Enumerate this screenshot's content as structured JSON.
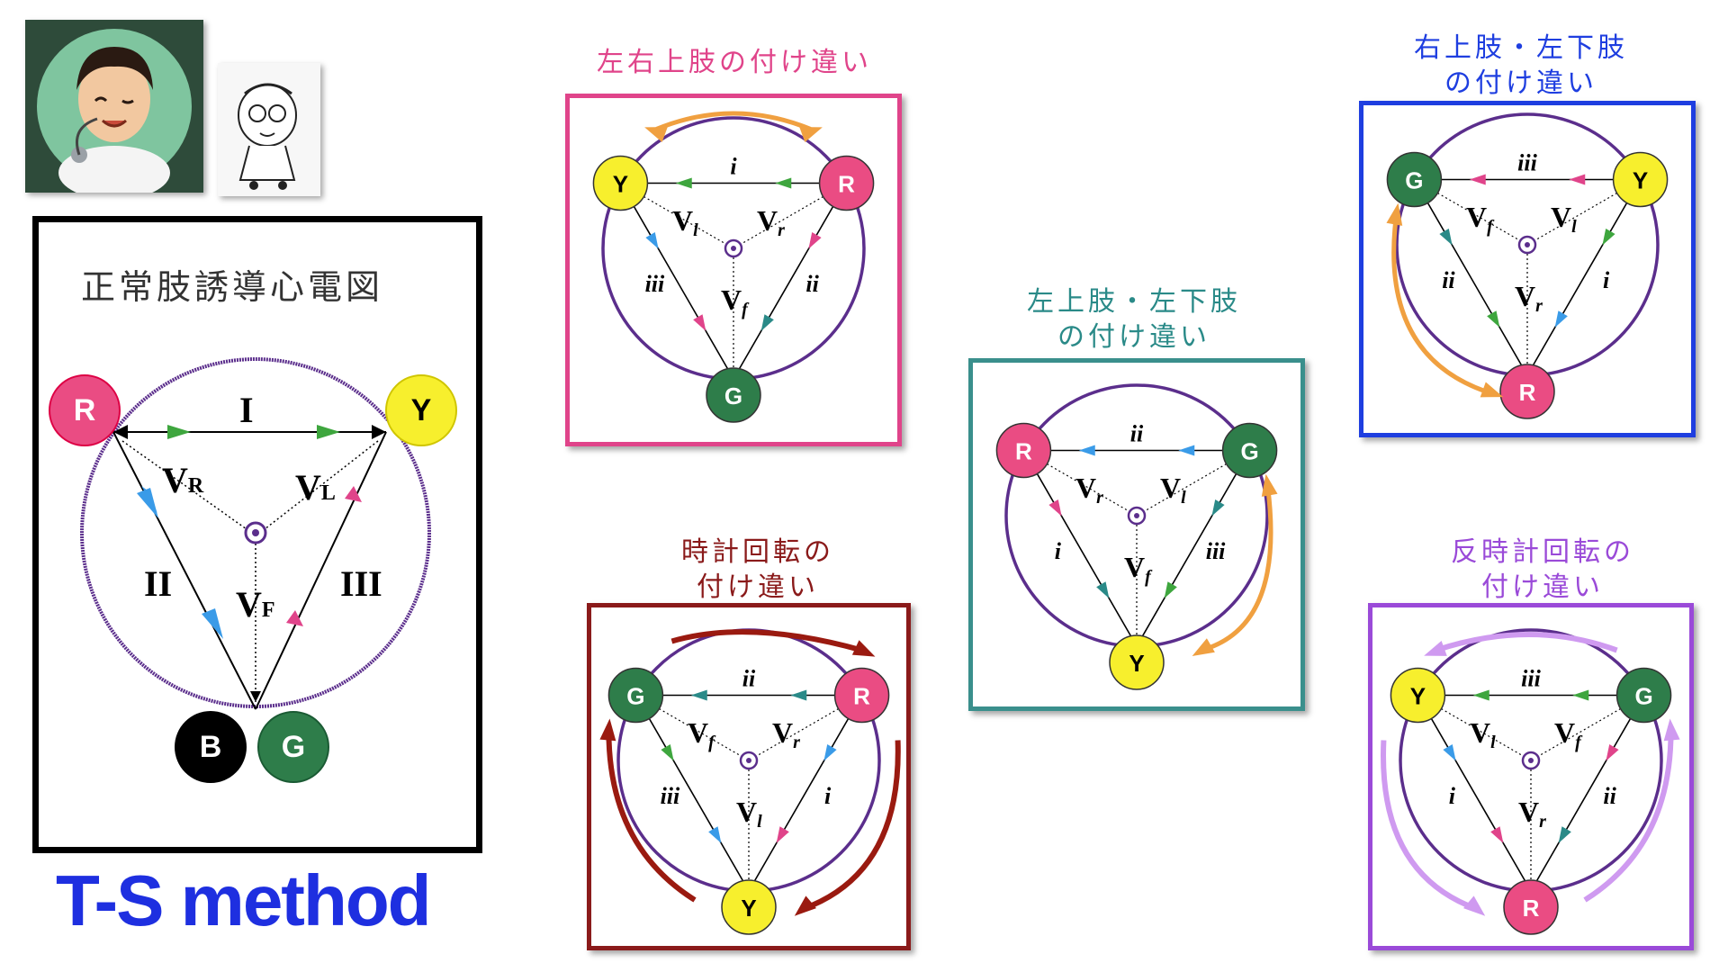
{
  "normal": {
    "title": "正常肢誘導心電図",
    "nodes": {
      "top_left": "R",
      "top_right": "Y",
      "bottom_back": "B",
      "bottom_front": "G"
    },
    "edges": {
      "top": "I",
      "left": "II",
      "right": "III"
    },
    "vectors": {
      "left": "V",
      "left_sub": "R",
      "right": "V",
      "right_sub": "L",
      "bottom": "V",
      "bottom_sub": "F"
    }
  },
  "method_title": "T-S method",
  "panels": [
    {
      "id": "p1",
      "label_lines": [
        "左右上肢の付け違い"
      ],
      "label_color": "#e0448a",
      "border_color": "#e0448a",
      "nodes": {
        "tl": "Y",
        "tr": "R",
        "bot": "G"
      },
      "edges": {
        "top": "i",
        "left": "iii",
        "right": "ii"
      },
      "vectors": {
        "left": "V",
        "left_sub": "l",
        "right": "V",
        "right_sub": "r",
        "bottom": "V",
        "bottom_sub": "f"
      }
    },
    {
      "id": "p2",
      "label_lines": [
        "左上肢・左下肢",
        "の付け違い"
      ],
      "label_color": "#2a8a88",
      "border_color": "#3a8f8c",
      "nodes": {
        "tl": "R",
        "tr": "G",
        "bot": "Y"
      },
      "edges": {
        "top": "ii",
        "left": "i",
        "right": "iii"
      },
      "vectors": {
        "left": "V",
        "left_sub": "r",
        "right": "V",
        "right_sub": "l",
        "bottom": "V",
        "bottom_sub": "f"
      }
    },
    {
      "id": "p3",
      "label_lines": [
        "右上肢・左下肢",
        "の付け違い"
      ],
      "label_color": "#1e3ee0",
      "border_color": "#1e3ee0",
      "nodes": {
        "tl": "G",
        "tr": "Y",
        "bot": "R"
      },
      "edges": {
        "top": "iii",
        "left": "ii",
        "right": "i"
      },
      "vectors": {
        "left": "V",
        "left_sub": "f",
        "right": "V",
        "right_sub": "l",
        "bottom": "V",
        "bottom_sub": "r"
      }
    },
    {
      "id": "p4",
      "label_lines": [
        "時計回転の",
        "付け違い"
      ],
      "label_color": "#8a1a1a",
      "border_color": "#8a1a1a",
      "nodes": {
        "tl": "G",
        "tr": "R",
        "bot": "Y"
      },
      "edges": {
        "top": "ii",
        "left": "iii",
        "right": "i"
      },
      "vectors": {
        "left": "V",
        "left_sub": "f",
        "right": "V",
        "right_sub": "r",
        "bottom": "V",
        "bottom_sub": "l"
      }
    },
    {
      "id": "p5",
      "label_lines": [
        "反時計回転の",
        "付け違い"
      ],
      "label_color": "#9a4ad8",
      "border_color": "#9a4ad8",
      "nodes": {
        "tl": "Y",
        "tr": "G",
        "bot": "R"
      },
      "edges": {
        "top": "iii",
        "left": "i",
        "right": "ii"
      },
      "vectors": {
        "left": "V",
        "left_sub": "l",
        "right": "V",
        "right_sub": "f",
        "bottom": "V",
        "bottom_sub": "r"
      }
    }
  ],
  "colors": {
    "R": "#ea4c83",
    "Y": "#f7ef2d",
    "G": "#2e7d4a",
    "B": "#000000",
    "circle": "#5b2e8c"
  }
}
